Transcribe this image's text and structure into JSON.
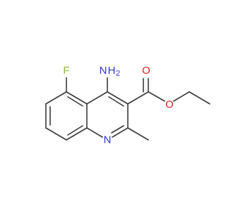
{
  "atoms": {
    "fluorine": {
      "label": "F",
      "color": "#8fb832"
    },
    "amine_n": {
      "label": "N",
      "color": "#2f33e0"
    },
    "amine_h": {
      "label": "H",
      "color": "#2f33e0"
    },
    "amine_h_count": {
      "label": "2",
      "color": "#2f33e0"
    },
    "carbonyl_o": {
      "label": "O",
      "color": "#e2201b"
    },
    "ester_o": {
      "label": "O",
      "color": "#e2201b"
    },
    "ring_n": {
      "label": "N",
      "color": "#2f33e0"
    }
  },
  "bond_color": "#3a3a3a"
}
